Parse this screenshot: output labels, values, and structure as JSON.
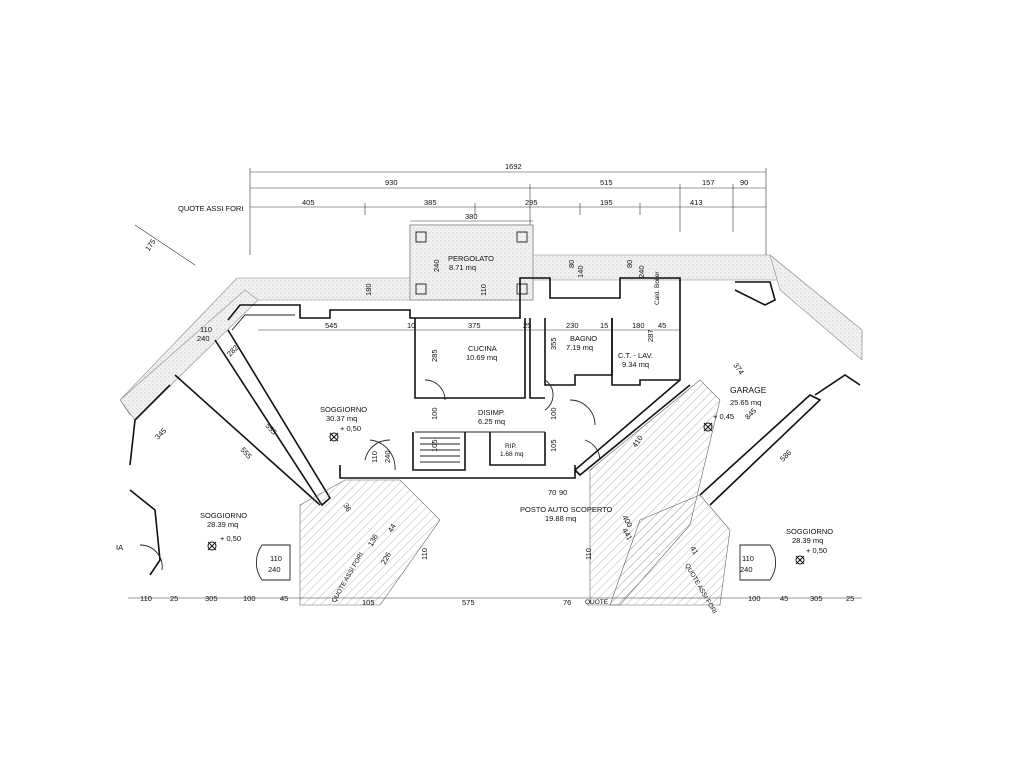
{
  "dims": {
    "total": "1692",
    "row1": [
      "930",
      "515",
      "157",
      "90"
    ],
    "quote_assi_fori": "QUOTE ASSI FORI",
    "row2": [
      "405",
      "385",
      "295",
      "195",
      "413"
    ],
    "pergolato_width": "380",
    "side_175": "175"
  },
  "rooms": {
    "pergolato": {
      "name": "PERGOLATO",
      "area": "8.71 mq"
    },
    "cucina": {
      "name": "CUCINA",
      "area": "10.69 mq"
    },
    "bagno": {
      "name": "BAGNO",
      "area": "7.19 mq"
    },
    "ct_lav": {
      "name": "C.T. - LAV.",
      "area": "9.34 mq"
    },
    "garage": {
      "name": "GARAGE",
      "area": "25.65 mq",
      "level": "+ 0,45"
    },
    "soggiorno_c": {
      "name": "SOGGIORNO",
      "area": "30.37 mq",
      "level": "+ 0,50"
    },
    "disimp": {
      "name": "DISIMP.",
      "area": "6.25 mq"
    },
    "rip": {
      "name": "RIP.",
      "area": "1.68 mq"
    },
    "soggiorno_l": {
      "name": "SOGGIORNO",
      "area": "28.39 mq",
      "level": "+ 0,50"
    },
    "soggiorno_r": {
      "name": "SOGGIORNO",
      "area": "28.39 mq",
      "level": "+ 0,50"
    },
    "posto_auto": {
      "name": "POSTO AUTO SCOPERTO",
      "area": "19.88 mq"
    }
  },
  "inner_dims": {
    "d545": "545",
    "d10": "10",
    "d375": "375",
    "d25": "25",
    "d230": "230",
    "d15": "15",
    "d180": "180",
    "d45": "45",
    "d240": "240",
    "d110": "110",
    "d180v": "180",
    "d80": "80",
    "d140": "140",
    "d80b": "80",
    "d240b": "240",
    "d285": "285",
    "d355": "355",
    "d100": "100",
    "d105": "105",
    "d287": "287",
    "d374": "374",
    "d410": "410",
    "d555": "555",
    "d345": "345",
    "d282": "282",
    "d845": "845",
    "d400": "400",
    "d441": "441",
    "d70": "70",
    "d90": "90",
    "d36": "36",
    "d136": "136",
    "d44": "44",
    "d226": "226",
    "d41": "41",
    "d586": "586"
  },
  "bottom_dims": [
    "110",
    "25",
    "305",
    "100",
    "45",
    "105",
    "575",
    "76",
    "100",
    "45",
    "305",
    "25"
  ],
  "bottom_labels": {
    "quote_left": "QUOTE ASSI FORI",
    "quote_mid": "QUOTE",
    "quote_right": "QUOTE ASSI FORI",
    "frag": "IA"
  },
  "window_tags": {
    "left_110": "110",
    "left_240": "240",
    "right_110": "110",
    "right_240": "240",
    "center_110": "110",
    "center_240": "240"
  },
  "cald_label": "Cald. Boiler"
}
